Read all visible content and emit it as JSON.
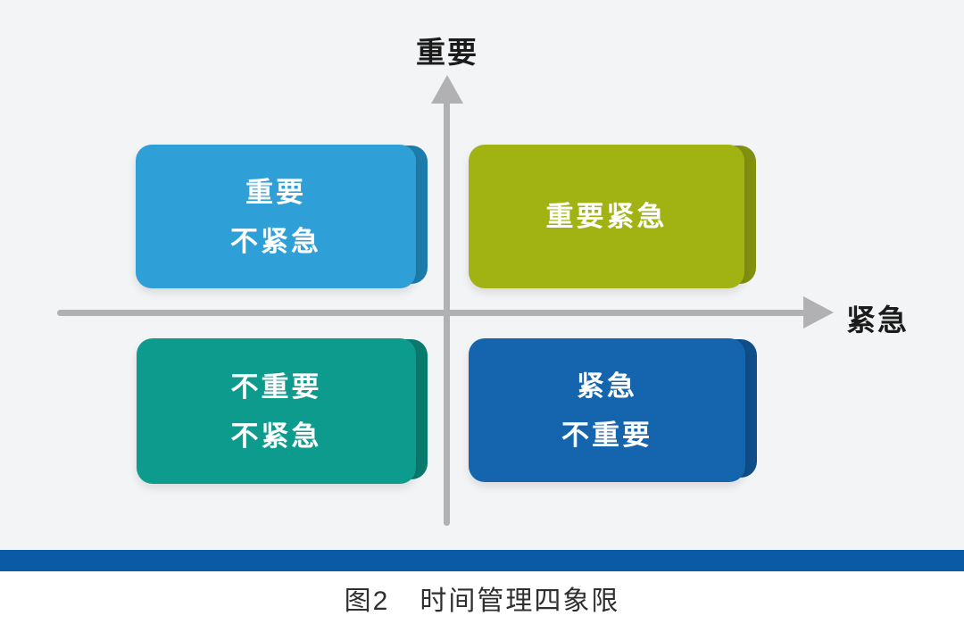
{
  "figure": {
    "axes": {
      "y_label": "重要",
      "x_label": "紧急",
      "axis_color": "#b1b1b3"
    },
    "quadrants": [
      {
        "id": "important-not-urgent",
        "position": "top-left",
        "line1": "重要",
        "line2": "不紧急",
        "face_color": "#2e9fd7",
        "edge_color": "#1e7cab"
      },
      {
        "id": "important-urgent",
        "position": "top-right",
        "line1": "重要紧急",
        "line2": "",
        "face_color": "#a1b313",
        "edge_color": "#82900f"
      },
      {
        "id": "not-important-not-urgent",
        "position": "bottom-left",
        "line1": "不重要",
        "line2": "不紧急",
        "face_color": "#0d9b8d",
        "edge_color": "#0a7a6f"
      },
      {
        "id": "urgent-not-important",
        "position": "bottom-right",
        "line1": "紧急",
        "line2": "不重要",
        "face_color": "#1565ae",
        "edge_color": "#0f4e88"
      }
    ],
    "divider_color": "#0a5aa6",
    "caption_prefix": "图2",
    "caption_text": "时间管理四象限"
  }
}
